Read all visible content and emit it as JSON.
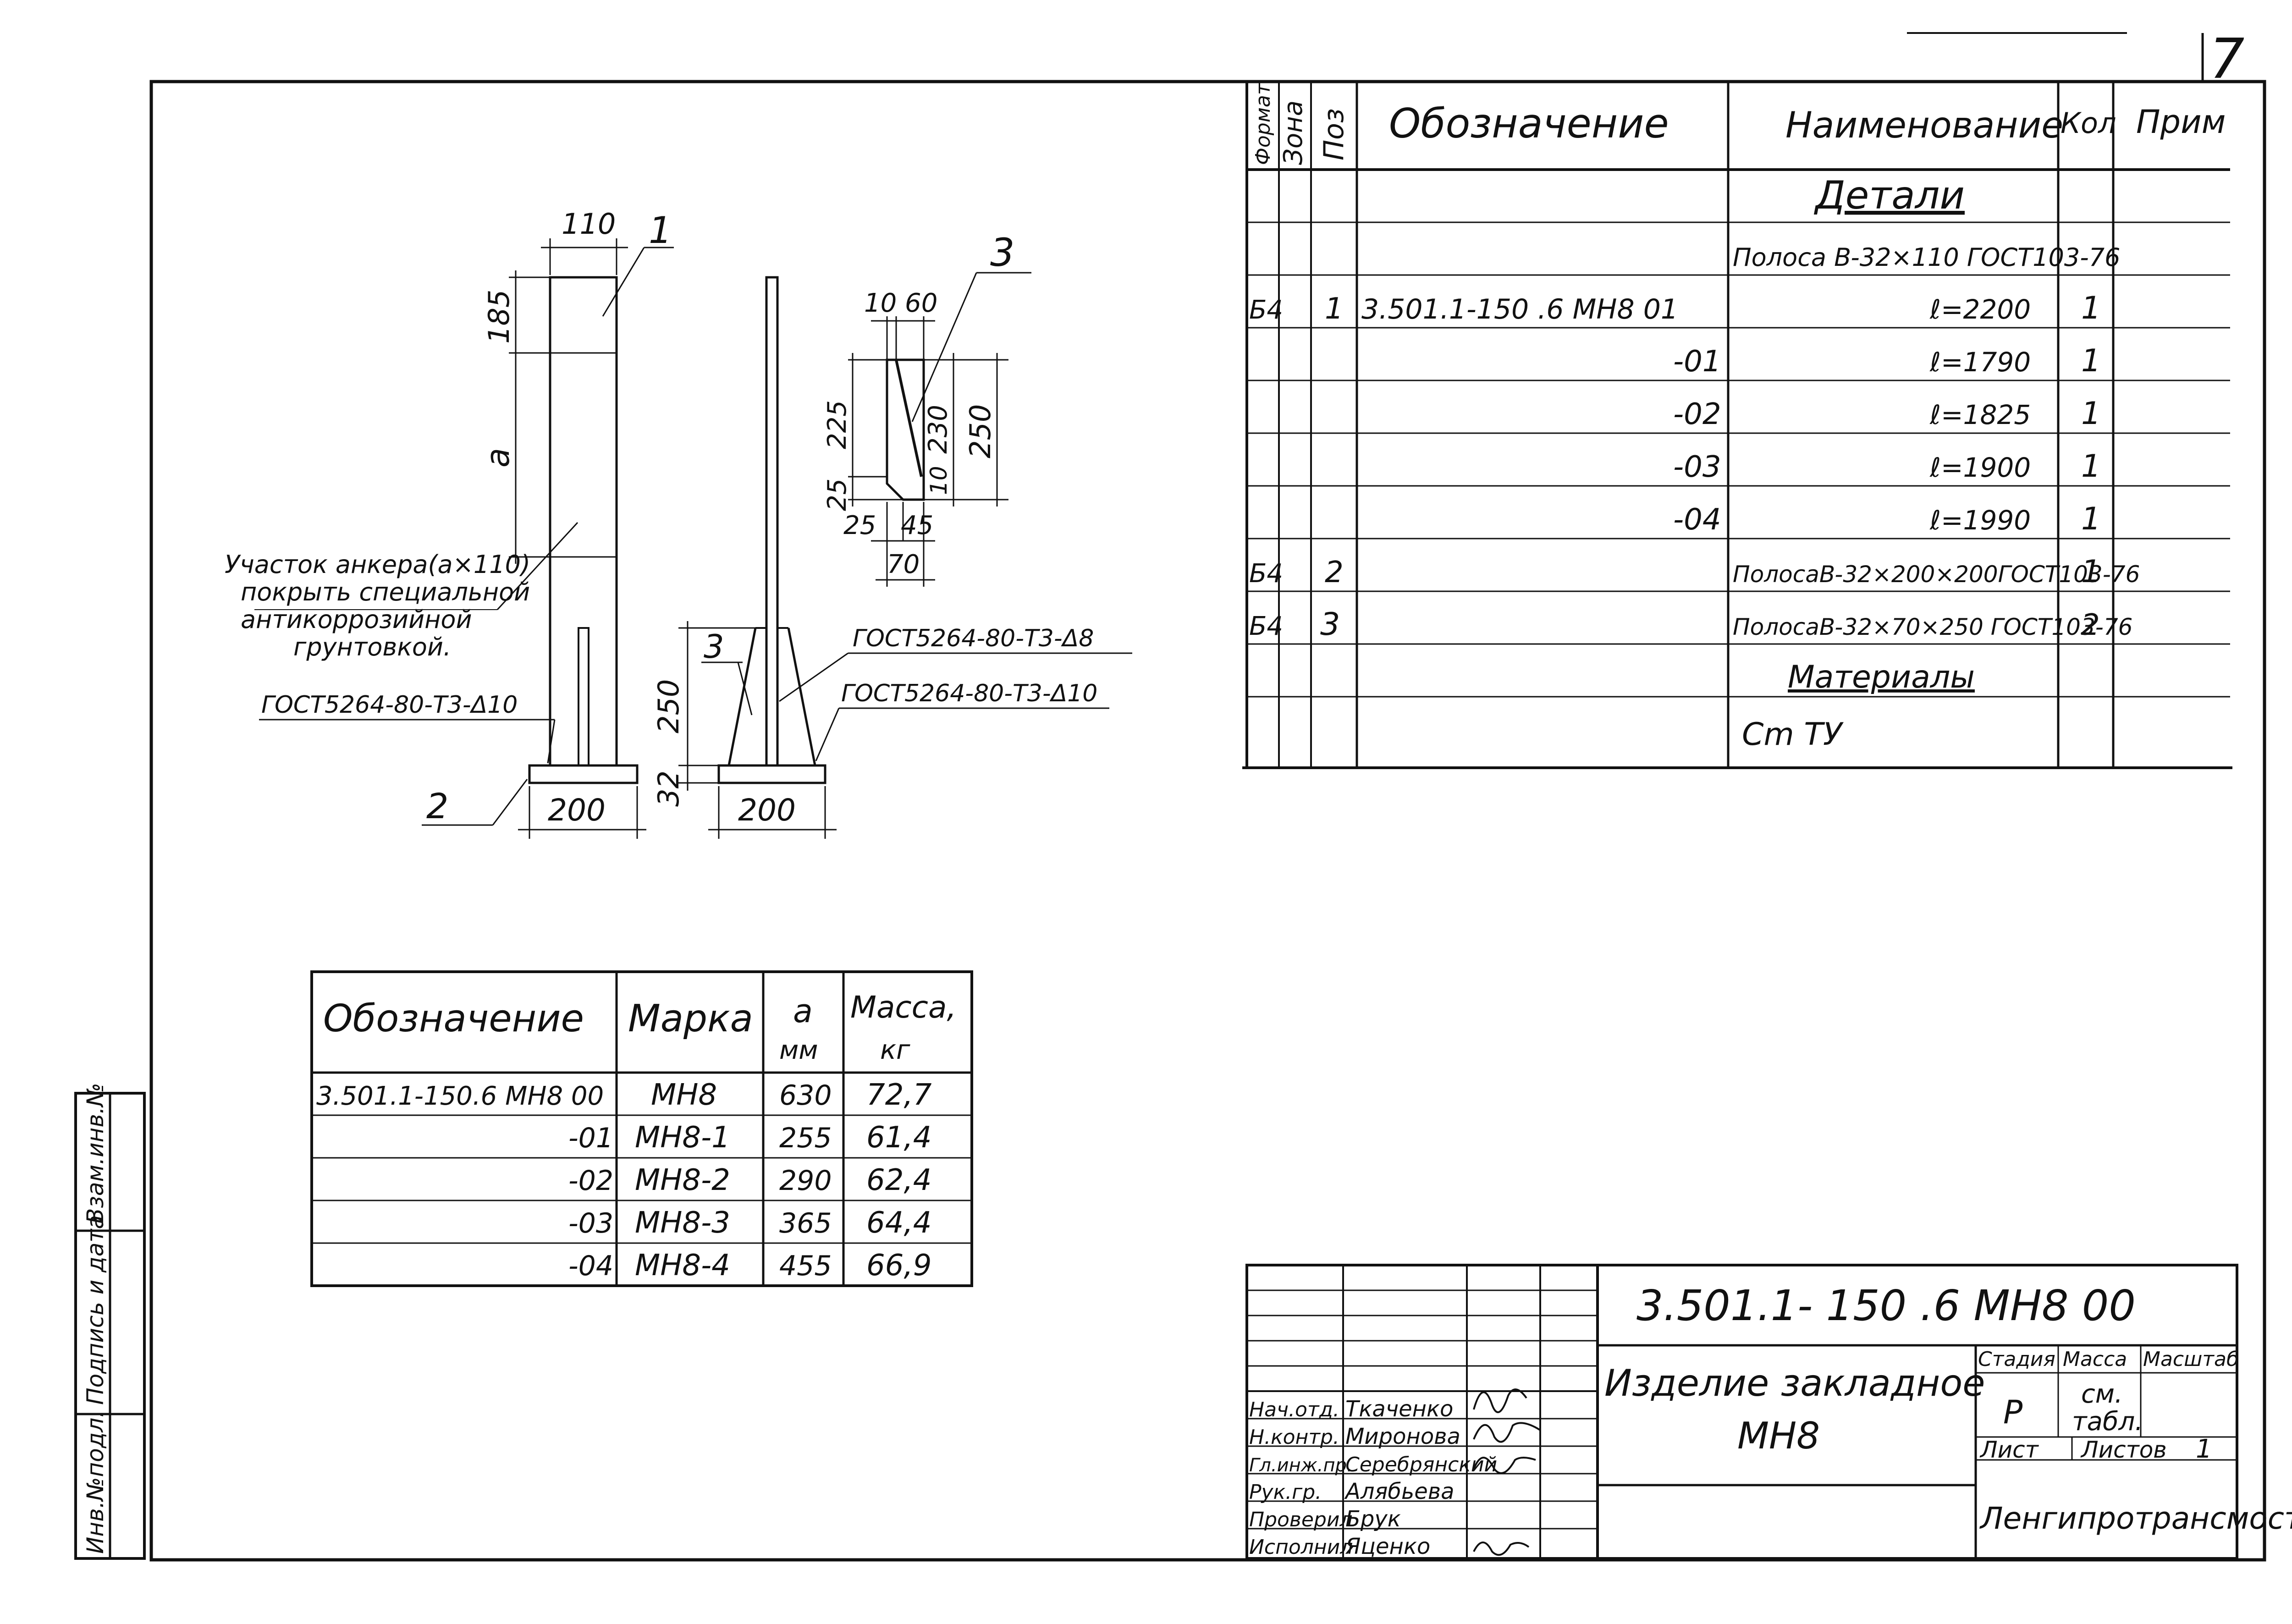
{
  "sheet_number": "7",
  "drawing": {
    "dims": {
      "width_110": "110",
      "height_185": "185",
      "height_a": "a",
      "base_left": "200",
      "base_right": "200",
      "weld_height": "250",
      "plate_thickness": "32",
      "d_10_60": "10 60",
      "d_225": "225",
      "d_230": "230",
      "d_250": "250",
      "d_25": "25",
      "d_10": "10",
      "d_25b": "25",
      "d_45": "45",
      "d_70": "70"
    },
    "callouts": {
      "pos1": "1",
      "pos2": "2",
      "pos3": "3",
      "pos3b": "3"
    },
    "note": {
      "line1": "Участок анкера(a×110)",
      "line2": "покрыть специальной",
      "line3": "антикоррозийной",
      "line4": "грунтовкой."
    },
    "welds": {
      "weld_left": "ГОСТ5264-80-Т3-Δ10",
      "weld_right_top": "ГОСТ5264-80-Т3-Δ8",
      "weld_right_bottom": "ГОСТ5264-80-Т3-Δ10"
    }
  },
  "marks_table": {
    "headers": {
      "designation": "Обозначение",
      "mark": "Марка",
      "a_top": "a",
      "a_unit": "мм",
      "mass_top": "Масса,",
      "mass_unit": "кг"
    },
    "rows": [
      {
        "designation": "3.501.1-150.6 МН8 00",
        "mark": "МН8",
        "a": "630",
        "mass": "72,7"
      },
      {
        "designation": "-01",
        "mark": "МН8-1",
        "a": "255",
        "mass": "61,4"
      },
      {
        "designation": "-02",
        "mark": "МН8-2",
        "a": "290",
        "mass": "62,4"
      },
      {
        "designation": "-03",
        "mark": "МН8-3",
        "a": "365",
        "mass": "64,4"
      },
      {
        "designation": "-04",
        "mark": "МН8-4",
        "a": "455",
        "mass": "66,9"
      }
    ]
  },
  "spec": {
    "headers": {
      "format": "Формат",
      "zone": "Зона",
      "pos": "Поз",
      "designation": "Обозначение",
      "name": "Наименование",
      "qty": "Кол",
      "note": "Прим"
    },
    "rows": [
      {
        "format": "",
        "pos": "",
        "designation": "",
        "name": "Детали",
        "qty": ""
      },
      {
        "format": "",
        "pos": "",
        "designation": "",
        "name": "Полоса B-32×110 ГОСТ103-76",
        "qty": ""
      },
      {
        "format": "Б4",
        "pos": "1",
        "designation": "3.501.1-150 .6 МН8 01",
        "name": "ℓ=2200",
        "qty": "1"
      },
      {
        "format": "",
        "pos": "",
        "designation": "-01",
        "name": "ℓ=1790",
        "qty": "1"
      },
      {
        "format": "",
        "pos": "",
        "designation": "-02",
        "name": "ℓ=1825",
        "qty": "1"
      },
      {
        "format": "",
        "pos": "",
        "designation": "-03",
        "name": "ℓ=1900",
        "qty": "1"
      },
      {
        "format": "",
        "pos": "",
        "designation": "-04",
        "name": "ℓ=1990",
        "qty": "1"
      },
      {
        "format": "Б4",
        "pos": "2",
        "designation": "",
        "name": "ПолосаB-32×200×200ГОСТ103-76",
        "qty": "1"
      },
      {
        "format": "Б4",
        "pos": "3",
        "designation": "",
        "name": "ПолосаB-32×70×250 ГОСТ103-76",
        "qty": "2"
      },
      {
        "format": "",
        "pos": "",
        "designation": "",
        "name": "Материалы",
        "qty": ""
      },
      {
        "format": "",
        "pos": "",
        "designation": "",
        "name": "Cm ТУ",
        "qty": ""
      }
    ]
  },
  "title_block": {
    "code": "3.501.1- 150 .6 МН8 00",
    "title_line1": "Изделие закладное",
    "title_line2": "МН8",
    "stage_label": "Стадия",
    "mass_label": "Масса",
    "scale_label": "Масштаб",
    "stage_value": "Р",
    "mass_value_1": "см.",
    "mass_value_2": "табл.",
    "sheet_label": "Лист",
    "sheets_label": "Листов",
    "sheets_value": "1",
    "org": "Ленгипротрансмост",
    "staff": [
      {
        "role": "Нач.отд.",
        "name": "Ткаченко"
      },
      {
        "role": "Н.контр.",
        "name": "Миронова"
      },
      {
        "role": "Гл.инж.пр.",
        "name": "Серебрянский"
      },
      {
        "role": "Рук.гр.",
        "name": "Алябьева"
      },
      {
        "role": "Проверил",
        "name": "Брук"
      },
      {
        "role": "Исполнил",
        "name": "Яценко"
      }
    ]
  },
  "side_stamp": {
    "inv_orig": "Инв.№подл.",
    "sign_date": "Подпись и дата",
    "inv_repl": "Взам.инв.№"
  }
}
